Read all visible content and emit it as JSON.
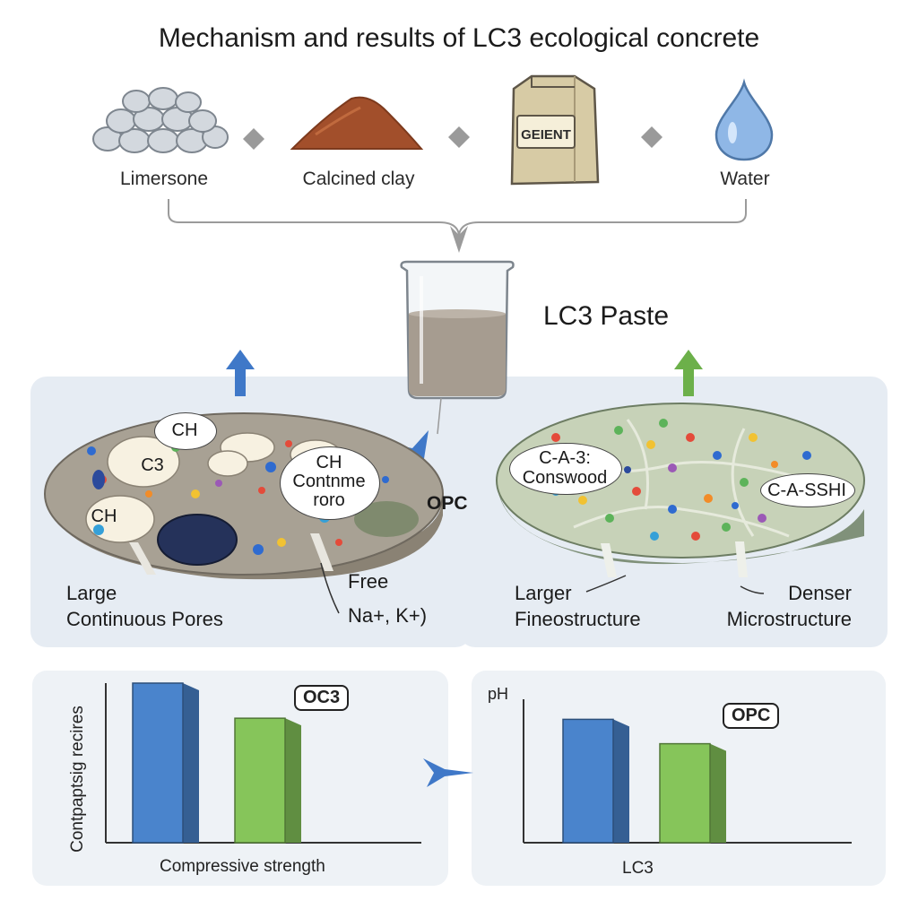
{
  "title": "Mechanism and results of LC3 ecological concrete",
  "ingredients": [
    {
      "label": "Limersone",
      "icon": "limestone-pile-icon"
    },
    {
      "label": "Calcined clay",
      "icon": "clay-pile-icon"
    },
    {
      "label": "GEIENT",
      "icon": "cement-bag-icon"
    },
    {
      "label": "Water",
      "icon": "water-drop-icon"
    }
  ],
  "paste": {
    "label": "LC3 Paste",
    "icon": "beaker-icon"
  },
  "opc_slab": {
    "center_label": "OPC",
    "bubbles": [
      "CH",
      "C3",
      "CH",
      "CH\nContnme\nroro"
    ],
    "captions": {
      "left": "Large\nContinuous Pores",
      "right": "Free\nNa+, K+)"
    }
  },
  "lc3_slab": {
    "bubbles": [
      "C-A-3:\nConswood",
      "C-A-SSHI"
    ],
    "captions": {
      "left": "Larger\nFineostructure",
      "right": "Denser\nMicrostructure"
    }
  },
  "colors": {
    "blue": "#4a84cc",
    "green": "#86c55a",
    "panel": "#e6ecf3"
  },
  "chart_data": [
    {
      "type": "bar",
      "title": "",
      "ylabel": "Contpaptsig recires",
      "xlabel": "Compressive strength",
      "legend": "OC3",
      "series": [
        {
          "values": [
            1.0,
            0.78
          ]
        }
      ],
      "colors": [
        "#4a84cc",
        "#86c55a"
      ]
    },
    {
      "type": "bar",
      "title": "",
      "ylabel": "pH",
      "xlabel": "LC3",
      "legend": "OPC",
      "series": [
        {
          "values": [
            0.86,
            0.69
          ]
        }
      ],
      "colors": [
        "#4a84cc",
        "#86c55a"
      ]
    }
  ]
}
